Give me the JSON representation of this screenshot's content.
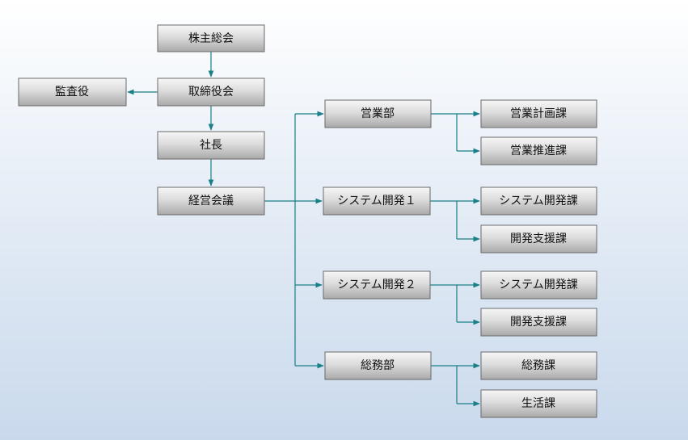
{
  "colors": {
    "connector": "#1a7f86",
    "box_border": "#6a6a6a",
    "box_light": "#f7f7f7",
    "box_dark": "#a9a9a9",
    "background_top": "#ffffff",
    "background_bottom": "#c9d9ec"
  },
  "nodes": {
    "shareholders_meeting": "株主総会",
    "board_of_directors": "取締役会",
    "auditor": "監査役",
    "president": "社長",
    "management_meeting": "経営会議",
    "sales_dept": "営業部",
    "sales_planning": "営業計画課",
    "sales_promotion": "営業推進課",
    "system_dev_1": "システム開発１",
    "system_dev_1_section": "システム開発課",
    "dev_support_1": "開発支援課",
    "system_dev_2": "システム開発２",
    "system_dev_2_section": "システム開発課",
    "dev_support_2": "開発支援課",
    "general_affairs_dept": "総務部",
    "general_affairs_section": "総務課",
    "welfare_section": "生活課"
  }
}
